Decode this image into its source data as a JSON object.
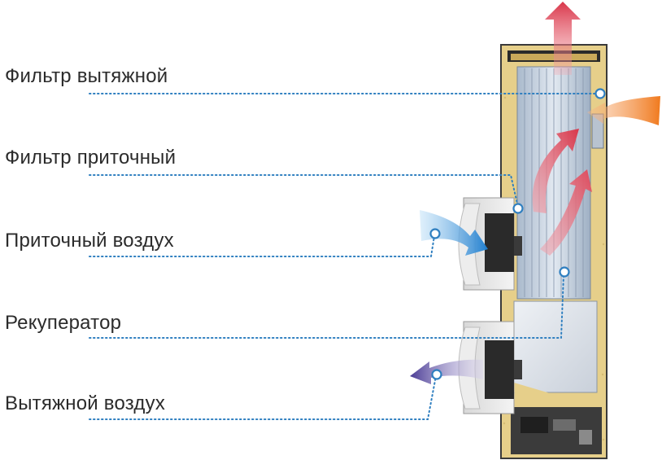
{
  "labels": [
    "Фильтр вытяжной",
    "Фильтр приточный",
    "Приточный воздух",
    "Рекуператор",
    "Вытяжной воздух"
  ],
  "colors": {
    "label_text": "#2b2b2b",
    "leader_line": "#2f7fc0",
    "casing_insulation": "#e6cf8a",
    "recuperator": "#c7d3e0",
    "arrow_supply_in": "#2b8fd8",
    "arrow_exhaust_out": "#6a4fa8",
    "arrow_outdoor_in": "#f07a1e",
    "arrow_exhaust_top": "#d9364a"
  }
}
